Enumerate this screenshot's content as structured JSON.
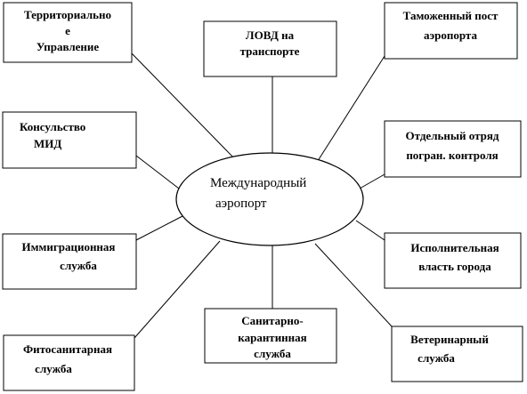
{
  "center": {
    "line1": "Международный",
    "line2": "аэропорт"
  },
  "nodes": {
    "territorial_admin": {
      "line1": "Территориально",
      "line2": "е",
      "line3": "Управление"
    },
    "lovd_transport": {
      "line1": "ЛОВД на",
      "line2": "транспорте"
    },
    "customs_post": {
      "line1": "Таможенный пост",
      "line2": "аэропорта"
    },
    "consulate": {
      "line1": "Консульство",
      "line2": "МИД"
    },
    "border_control": {
      "line1": "Отдельный отряд",
      "line2": "погран. контроля"
    },
    "immigration": {
      "line1": "Иммиграционная",
      "line2": "служба"
    },
    "city_executive": {
      "line1": "Исполнительная",
      "line2": "власть города"
    },
    "phytosanitary": {
      "line1": "Фитосанитарная",
      "line2": "служба"
    },
    "sanitary_quarantine": {
      "line1": "Санитарно-",
      "line2": "карантинная",
      "line3": "служба"
    },
    "veterinary": {
      "line1": "Ветеринарный",
      "line2": "служба"
    }
  }
}
